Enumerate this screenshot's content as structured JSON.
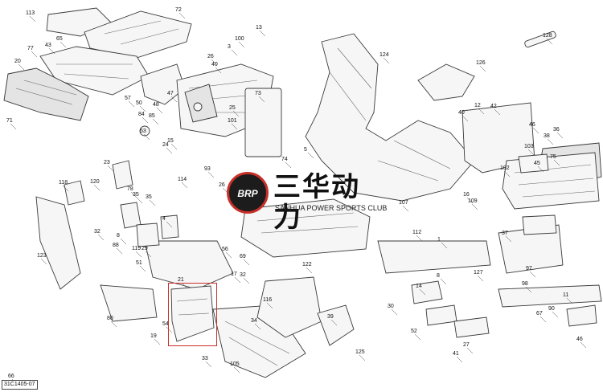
{
  "diagram": {
    "ref_code": "31C1405-07",
    "watermark": {
      "brand_logo": "BRP",
      "chinese": "三华动力",
      "english": "SANHUA POWER SPORTS CLUB"
    },
    "callouts": [
      "113",
      "72",
      "65",
      "43",
      "77",
      "20",
      "71",
      "57",
      "50",
      "48",
      "47",
      "84",
      "85",
      "26",
      "40",
      "13",
      "100",
      "3",
      "128",
      "124",
      "126",
      "42",
      "46",
      "12",
      "40",
      "36",
      "38",
      "103",
      "75",
      "102",
      "45",
      "73",
      "101",
      "53",
      "15",
      "25",
      "24",
      "93",
      "114",
      "74",
      "5",
      "26",
      "107",
      "16",
      "109",
      "112",
      "1",
      "118",
      "120",
      "23",
      "78",
      "35",
      "32",
      "8",
      "119",
      "35",
      "4",
      "122",
      "123",
      "88",
      "29",
      "51",
      "69",
      "56",
      "17",
      "32",
      "21",
      "19",
      "80",
      "54",
      "116",
      "39",
      "34",
      "105",
      "33",
      "125",
      "127",
      "37",
      "97",
      "98",
      "30",
      "14",
      "8",
      "52",
      "41",
      "27",
      "46",
      "90",
      "67",
      "11",
      "66"
    ],
    "highlight_color": "#c8302a"
  }
}
